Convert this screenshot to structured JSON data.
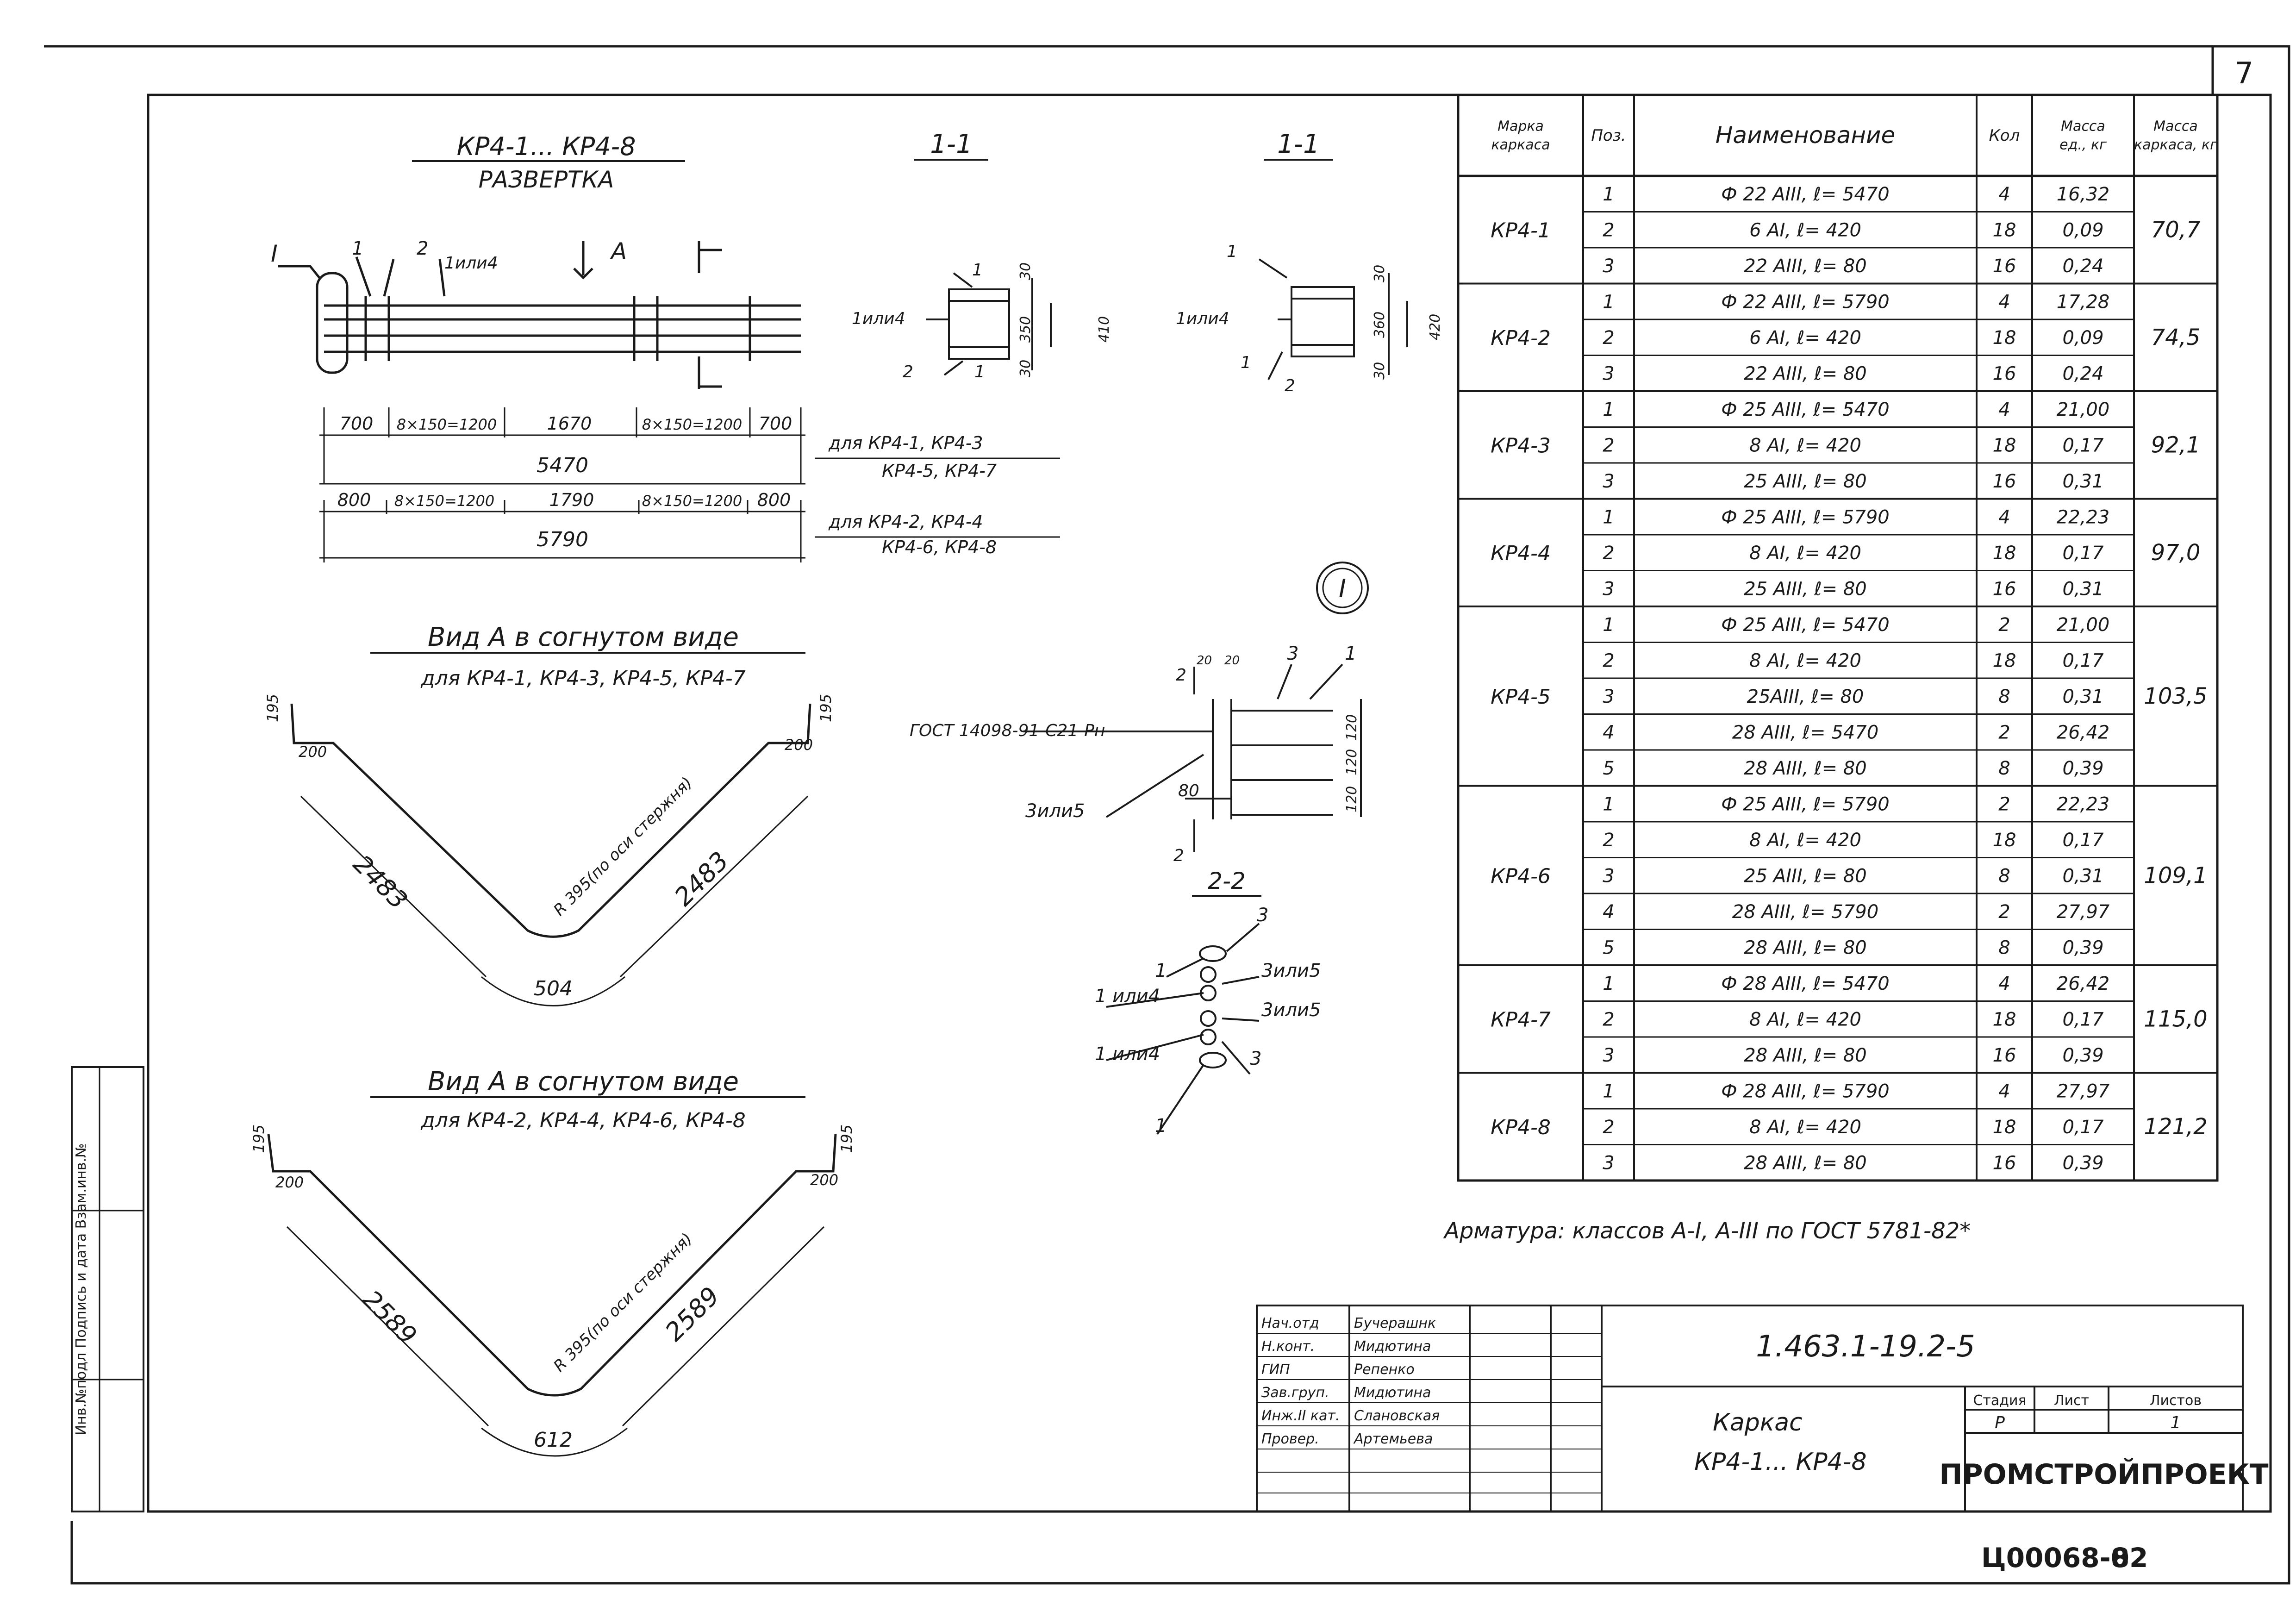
{
  "sheet_number": "7",
  "archive_code": "Ц00068-02",
  "archive_page": "8",
  "side_stamp": "Инв.№подл  Подпись и дата  Взам.инв.№",
  "razvertka": {
    "title": "КР4-1... КР4-8",
    "subtitle": "РАЗВЕРТКА",
    "label_I": "I",
    "label_A": "A",
    "label_1": "1",
    "label_2": "2",
    "label_1or4": "1или4",
    "row1_dims": [
      "700",
      "8×150=1200",
      "1670",
      "8×150=1200",
      "700"
    ],
    "row1_total": "5470",
    "row1_note": [
      "для КР4-1, КР4-3",
      "КР4-5, КР4-7"
    ],
    "row2_dims": [
      "800",
      "8×150=1200",
      "1790",
      "8×150=1200",
      "800"
    ],
    "row2_total": "5790",
    "row2_note": [
      "для КР4-2, КР4-4",
      "КР4-6, КР4-8"
    ]
  },
  "section_11a": {
    "title": "1-1",
    "lbl_1or4": "1или4",
    "lbl_1": "1",
    "lbl_2": "2",
    "lbl_1b": "1",
    "dims": [
      "30",
      "350",
      "30"
    ],
    "dim_total": "410"
  },
  "section_11b": {
    "title": "1-1",
    "lbl_1or4": "1или4",
    "lbl_1": "1",
    "lbl_1b": "1",
    "lbl_2": "2",
    "dims": [
      "30",
      "360",
      "30"
    ],
    "dim_total": "420"
  },
  "detail_I": {
    "label": "I",
    "gost": "ГОСТ 14098-91-С21-Рн",
    "lbl_2": "2",
    "lbl_3": "3",
    "lbl_1": "1",
    "lbl_3or5": "3или5",
    "dims_top": [
      "20",
      "20"
    ],
    "dims_right": [
      "120",
      "120",
      "120"
    ],
    "dim_80": "80",
    "lbl_2b": "2"
  },
  "section_22": {
    "title": "2-2",
    "labels": [
      "3",
      "1",
      "3или5",
      "1 или4",
      "3или5",
      "1 или4",
      "3",
      "1"
    ]
  },
  "view_a1": {
    "title": "Вид А в согнутом виде",
    "subtitle": "для КР4-1, КР4-3, КР4-5, КР4-7",
    "d195": "195",
    "d200": "200",
    "leg_left": "2483",
    "leg_right": "2483",
    "radius": "R 395(по оси стержня)",
    "chord": "504"
  },
  "view_a2": {
    "title": "Вид А в согнутом виде",
    "subtitle": "для КР4-2, КР4-4, КР4-6, КР4-8",
    "d195": "195",
    "d200": "200",
    "leg_left": "2589",
    "leg_right": "2589",
    "radius": "R 395(по оси стержня)",
    "chord": "612"
  },
  "spec_table": {
    "headers": [
      "Марка каркаса",
      "Поз.",
      "Наименование",
      "Кол",
      "Масса ед., кг",
      "Масса каркаса, кг"
    ],
    "groups": [
      {
        "mark": "КР4-1",
        "total": "70,7",
        "rows": [
          [
            "1",
            "Ф 22 АIII, ℓ= 5470",
            "4",
            "16,32"
          ],
          [
            "2",
            "6 АI, ℓ= 420",
            "18",
            "0,09"
          ],
          [
            "3",
            "22 АIII, ℓ= 80",
            "16",
            "0,24"
          ]
        ]
      },
      {
        "mark": "КР4-2",
        "total": "74,5",
        "rows": [
          [
            "1",
            "Ф 22 АIII, ℓ= 5790",
            "4",
            "17,28"
          ],
          [
            "2",
            "6 АI, ℓ= 420",
            "18",
            "0,09"
          ],
          [
            "3",
            "22 АIII, ℓ= 80",
            "16",
            "0,24"
          ]
        ]
      },
      {
        "mark": "КР4-3",
        "total": "92,1",
        "rows": [
          [
            "1",
            "Ф 25 АIII, ℓ= 5470",
            "4",
            "21,00"
          ],
          [
            "2",
            "8 АI, ℓ= 420",
            "18",
            "0,17"
          ],
          [
            "3",
            "25 АIII, ℓ= 80",
            "16",
            "0,31"
          ]
        ]
      },
      {
        "mark": "КР4-4",
        "total": "97,0",
        "rows": [
          [
            "1",
            "Ф 25 АIII, ℓ= 5790",
            "4",
            "22,23"
          ],
          [
            "2",
            "8 АI, ℓ= 420",
            "18",
            "0,17"
          ],
          [
            "3",
            "25 АIII, ℓ= 80",
            "16",
            "0,31"
          ]
        ]
      },
      {
        "mark": "КР4-5",
        "total": "103,5",
        "rows": [
          [
            "1",
            "Ф 25 АIII, ℓ= 5470",
            "2",
            "21,00"
          ],
          [
            "2",
            "8 АI, ℓ= 420",
            "18",
            "0,17"
          ],
          [
            "3",
            "25АIII, ℓ= 80",
            "8",
            "0,31"
          ],
          [
            "4",
            "28 АIII, ℓ= 5470",
            "2",
            "26,42"
          ],
          [
            "5",
            "28 АIII, ℓ= 80",
            "8",
            "0,39"
          ]
        ]
      },
      {
        "mark": "КР4-6",
        "total": "109,1",
        "rows": [
          [
            "1",
            "Ф 25 АIII, ℓ= 5790",
            "2",
            "22,23"
          ],
          [
            "2",
            "8 АI, ℓ= 420",
            "18",
            "0,17"
          ],
          [
            "3",
            "25 АIII, ℓ= 80",
            "8",
            "0,31"
          ],
          [
            "4",
            "28 АIII, ℓ= 5790",
            "2",
            "27,97"
          ],
          [
            "5",
            "28 АIII, ℓ= 80",
            "8",
            "0,39"
          ]
        ]
      },
      {
        "mark": "КР4-7",
        "total": "115,0",
        "rows": [
          [
            "1",
            "Ф 28 АIII, ℓ= 5470",
            "4",
            "26,42"
          ],
          [
            "2",
            "8 АI, ℓ= 420",
            "18",
            "0,17"
          ],
          [
            "3",
            "28 АIII, ℓ= 80",
            "16",
            "0,39"
          ]
        ]
      },
      {
        "mark": "КР4-8",
        "total": "121,2",
        "rows": [
          [
            "1",
            "Ф 28 АIII, ℓ= 5790",
            "4",
            "27,97"
          ],
          [
            "2",
            "8 АI, ℓ= 420",
            "18",
            "0,17"
          ],
          [
            "3",
            "28 АIII, ℓ= 80",
            "16",
            "0,39"
          ]
        ]
      }
    ]
  },
  "note": "Арматура: классов А-I, А-III по ГОСТ 5781-82*",
  "title_block": {
    "designation": "1.463.1-19.2-5",
    "staff": [
      [
        "Нач.отд",
        "Бучерашнк"
      ],
      [
        "Н.конт.",
        "Мидютина"
      ],
      [
        "ГИП",
        "Репенко"
      ],
      [
        "Зав.груп.",
        "Мидютина"
      ],
      [
        "Инж.II кат.",
        "Слановская"
      ],
      [
        "Провер.",
        "Артемьева"
      ]
    ],
    "col_heads": [
      "Стадия",
      "Лист",
      "Листов"
    ],
    "stage": "Р",
    "sheets": "1",
    "name_line1": "Каркас",
    "name_line2": "КР4-1... КР4-8",
    "org": "ПРОМСТРОЙПРОЕКТ"
  }
}
